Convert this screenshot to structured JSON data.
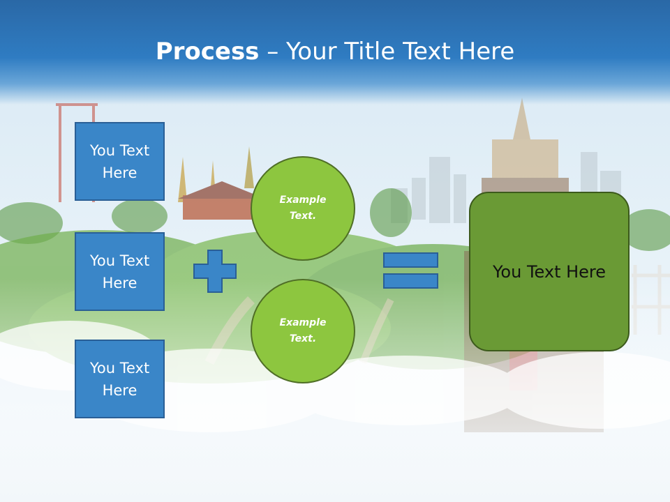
{
  "slide": {
    "title_bold": "Process",
    "title_rest": " – Your Title Text Here"
  },
  "left_boxes": [
    {
      "label": "You Text Here"
    },
    {
      "label": "You Text Here"
    },
    {
      "label": "You Text Here"
    }
  ],
  "circles": [
    {
      "label": "Example Text."
    },
    {
      "label": "Example Text."
    }
  ],
  "result": {
    "label": "You Text Here"
  },
  "icons": {
    "plus": "plus-icon",
    "equals": "equals-icon"
  },
  "colors": {
    "header": "#2f7cc2",
    "box_fill": "#3a86c8",
    "circle_fill": "#8dc63f",
    "result_fill": "#6a9a35"
  }
}
